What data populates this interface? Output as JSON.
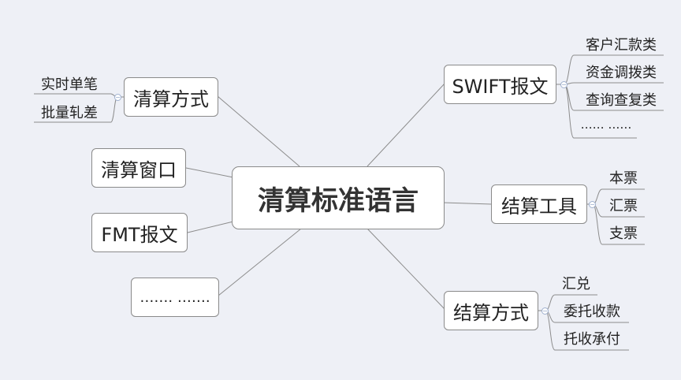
{
  "central": {
    "label": "清算标准语言"
  },
  "topics": {
    "clearing_method": {
      "label": "清算方式",
      "children": [
        "实时单笔",
        "批量轧差"
      ]
    },
    "clearing_window": {
      "label": "清算窗口"
    },
    "fmt_message": {
      "label": "FMT报文"
    },
    "more_left": {
      "label": "……. ……."
    },
    "swift_message": {
      "label": "SWIFT报文",
      "children": [
        "客户汇款类",
        "资金调拨类",
        "查询查复类",
        "…… ……"
      ]
    },
    "settlement_tools": {
      "label": "结算工具",
      "children": [
        "本票",
        "汇票",
        "支票"
      ]
    },
    "settlement_method": {
      "label": "结算方式",
      "children": [
        "汇兑",
        "委托收款",
        "托收承付"
      ]
    }
  },
  "colors": {
    "background": "#eef0f6",
    "connector": "#8c8c8c",
    "node_border": "#8a8a8a",
    "collapse_marker": "#9fb0cf"
  },
  "icons": {
    "collapse": "collapse-minus-icon"
  }
}
